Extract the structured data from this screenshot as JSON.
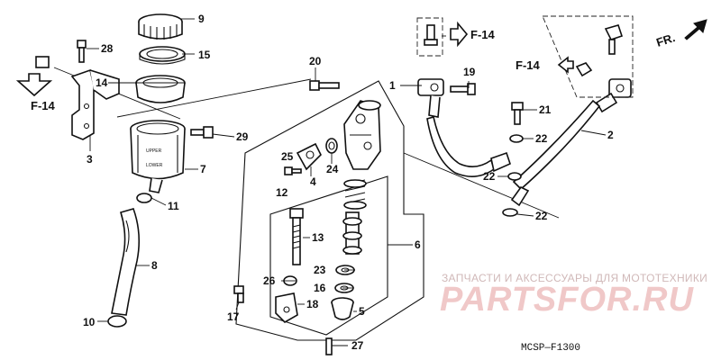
{
  "callouts": {
    "c1": "1",
    "c2": "2",
    "c3": "3",
    "c4": "4",
    "c5": "5",
    "c6": "6",
    "c7": "7",
    "c8": "8",
    "c9": "9",
    "c10": "10",
    "c11": "11",
    "c12": "12",
    "c13": "13",
    "c14": "14",
    "c15": "15",
    "c16": "16",
    "c17": "17",
    "c18": "18",
    "c19": "19",
    "c20": "20",
    "c21": "21",
    "c22a": "22",
    "c22b": "22",
    "c22c": "22",
    "c23": "23",
    "c24": "24",
    "c25": "25",
    "c26": "26",
    "c27": "27",
    "c28": "28",
    "c29": "29"
  },
  "refs": {
    "f14_left": "F-14",
    "f14_top": "F-14",
    "f14_right": "F-14",
    "fr": "FR."
  },
  "reservoir_marks": {
    "upper": "UPPER",
    "lower": "LOWER"
  },
  "watermark": {
    "line1": "ЗАПЧАСТИ И АКСЕССУАРЫ ДЛЯ МОТОТЕХНИКИ",
    "line2": "PARTSFOR.RU"
  },
  "diagram_code": "MCSP—F1300"
}
